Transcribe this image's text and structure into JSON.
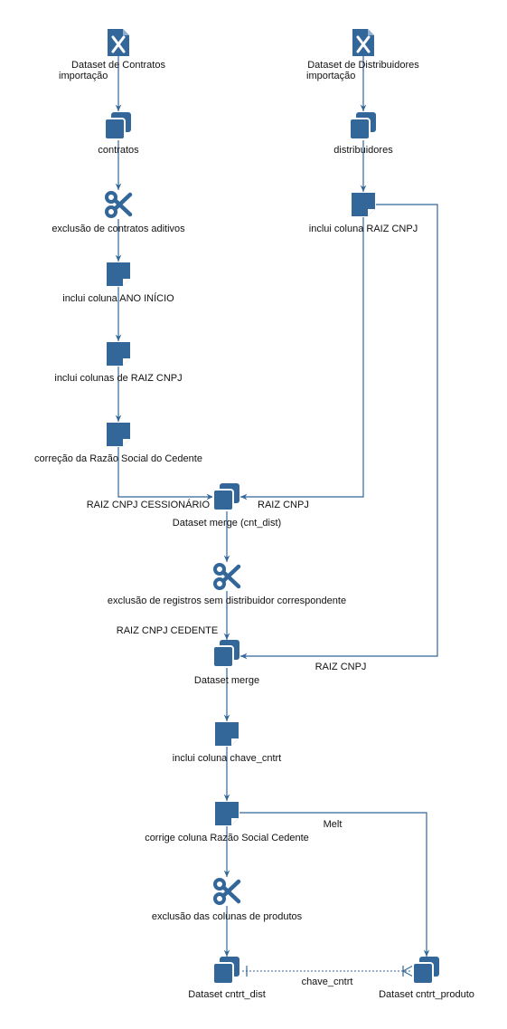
{
  "colors": {
    "node": "#336699",
    "edge": "#336699",
    "text": "#111111"
  },
  "nodes": [
    {
      "id": "n1",
      "icon": "excel-file-icon",
      "lines": [
        "Dataset de Contratos",
        "importação"
      ]
    },
    {
      "id": "n2",
      "icon": "dataset-icon",
      "lines": [
        "contratos"
      ]
    },
    {
      "id": "n3",
      "icon": "scissors-icon",
      "lines": [
        "exclusão de contratos aditivos"
      ]
    },
    {
      "id": "n4",
      "icon": "note-icon",
      "lines": [
        "inclui coluna ANO INÍCIO"
      ]
    },
    {
      "id": "n5",
      "icon": "note-icon",
      "lines": [
        "inclui colunas de RAIZ CNPJ"
      ]
    },
    {
      "id": "n6",
      "icon": "note-icon",
      "lines": [
        "correção da Razão Social do Cedente"
      ]
    },
    {
      "id": "n7",
      "icon": "excel-file-icon",
      "lines": [
        "Dataset de Distribuidores",
        "importação"
      ]
    },
    {
      "id": "n8",
      "icon": "dataset-icon",
      "lines": [
        "distribuidores"
      ]
    },
    {
      "id": "n9",
      "icon": "note-icon",
      "lines": [
        "inclui coluna RAIZ CNPJ"
      ]
    },
    {
      "id": "n10",
      "icon": "dataset-icon",
      "lines": [
        "Dataset merge (cnt_dist)"
      ]
    },
    {
      "id": "n11",
      "icon": "scissors-icon",
      "lines": [
        "exclusão de registros sem  distribuidor correspondente"
      ]
    },
    {
      "id": "n12",
      "icon": "dataset-icon",
      "lines": [
        "Dataset merge"
      ]
    },
    {
      "id": "n13",
      "icon": "note-icon",
      "lines": [
        "inclui coluna chave_cntrt"
      ]
    },
    {
      "id": "n14",
      "icon": "note-icon",
      "lines": [
        "corrige coluna Razão Social Cedente"
      ]
    },
    {
      "id": "n15",
      "icon": "scissors-icon",
      "lines": [
        "exclusão das colunas de produtos"
      ]
    },
    {
      "id": "n16",
      "icon": "dataset-icon",
      "lines": [
        "Dataset cntrt_dist"
      ]
    },
    {
      "id": "n17",
      "icon": "dataset-icon",
      "lines": [
        "Dataset cntrt_produto"
      ]
    }
  ],
  "edge_labels": {
    "raiz_cessionario": "RAIZ CNPJ CESSIONÁRIO",
    "raiz_cnpj_1": "RAIZ CNPJ",
    "raiz_cedente": "RAIZ CNPJ CEDENTE",
    "raiz_cnpj_2": "RAIZ CNPJ",
    "melt": "Melt",
    "chave": "chave_cntrt"
  }
}
